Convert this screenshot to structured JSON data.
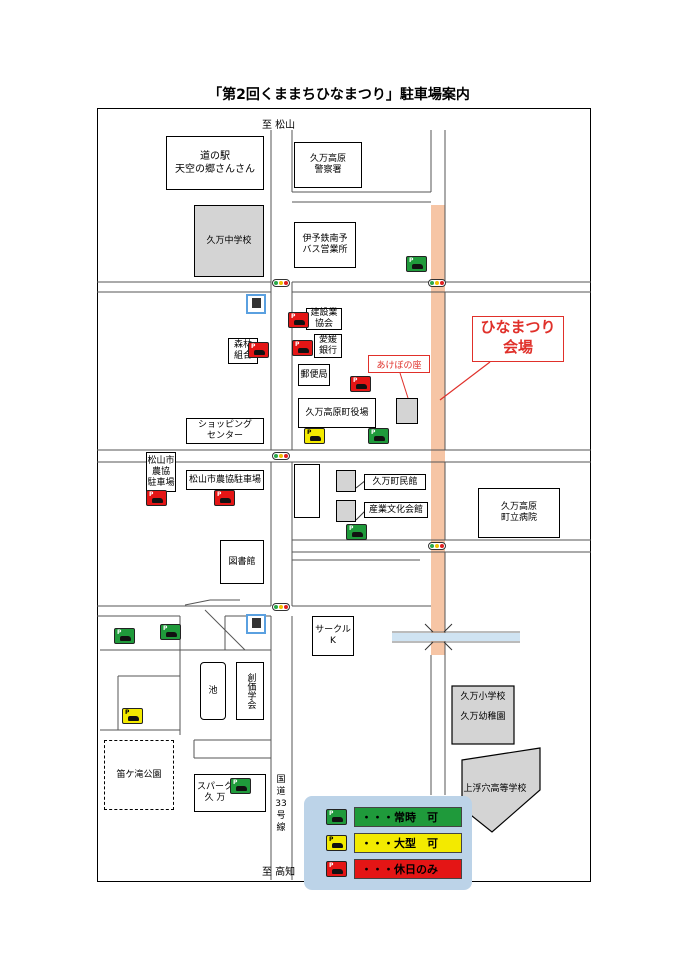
{
  "title": "「第2回くままちひなまつり」駐車場案内",
  "directions": {
    "north": "至 松山",
    "south": "至 高知"
  },
  "route": "国道33号線",
  "buildings": {
    "michinoeki": "道の駅\n天空の郷さんさん",
    "police": "久万高原\n警察署",
    "junior_high": "久万中学校",
    "iyotetsu": "伊予鉄南予\nバス営業所",
    "kensetsu": "建設業\n協会",
    "moririn": "森林\n組合",
    "ehime_bank": "愛媛\n銀行",
    "post_office": "郵便局",
    "town_hall": "久万高原町役場",
    "shopping": "ショッピング\nセンター",
    "nokyo_lot": "松山市\n農協\n駐車場",
    "nokyo_lot2": "松山市農協駐車場",
    "kominkan": "久万町民館",
    "sangyo": "産業文化会館",
    "hospital": "久万高原\n町立病院",
    "library": "図書館",
    "circle_k": "サークルK",
    "pond": "池",
    "sokagakkai": "創価学会",
    "elementary": "久万小学校",
    "kindergarten": "久万幼稚園",
    "fuegataki": "笛ケ滝公園",
    "spark": "スパーク\n久 万",
    "high_school": "上浮穴高等学校"
  },
  "venue": {
    "callout": "ひなまつり\n会場",
    "akebono": "あけぼの座"
  },
  "legend": [
    {
      "text": "・・・常時　可",
      "color": "#1f9a3b",
      "icon": "parking-green-icon"
    },
    {
      "text": "・・・大型　可",
      "color": "#f3ea00",
      "icon": "parking-yellow-icon"
    },
    {
      "text": "・・・休日のみ",
      "color": "#e41515",
      "icon": "parking-red-icon"
    }
  ],
  "parking_label": "P"
}
